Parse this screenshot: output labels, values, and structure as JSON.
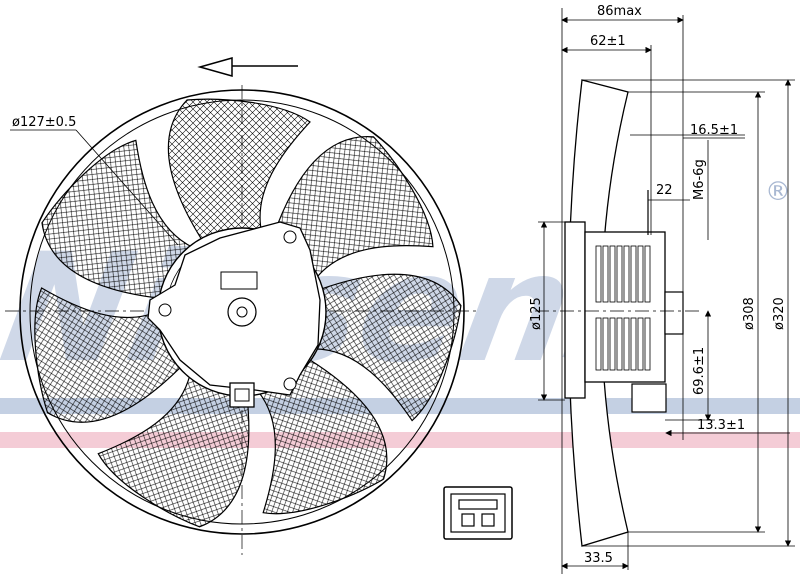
{
  "watermark": {
    "brand": "Nissens",
    "registered": "®",
    "colors": {
      "blue": "#b9c7dd",
      "red": "#f2c9d3"
    }
  },
  "front_view": {
    "rotation_arrow_icon": "rotation-arrow-icon",
    "hub_diameter": "ø127±0.5",
    "blade_count": 7
  },
  "side_view": {
    "dim_86": "86max",
    "dim_62": "62±1",
    "dim_16_5": "16.5±1",
    "dim_m6": "M6-6g",
    "dim_22": "22",
    "dim_125": "ø125",
    "dim_308": "ø308",
    "dim_320": "ø320",
    "dim_69_6": "69.6±1",
    "dim_13_3": "13.3±1",
    "dim_33_5": "33.5"
  },
  "connector_icon": "connector-icon"
}
